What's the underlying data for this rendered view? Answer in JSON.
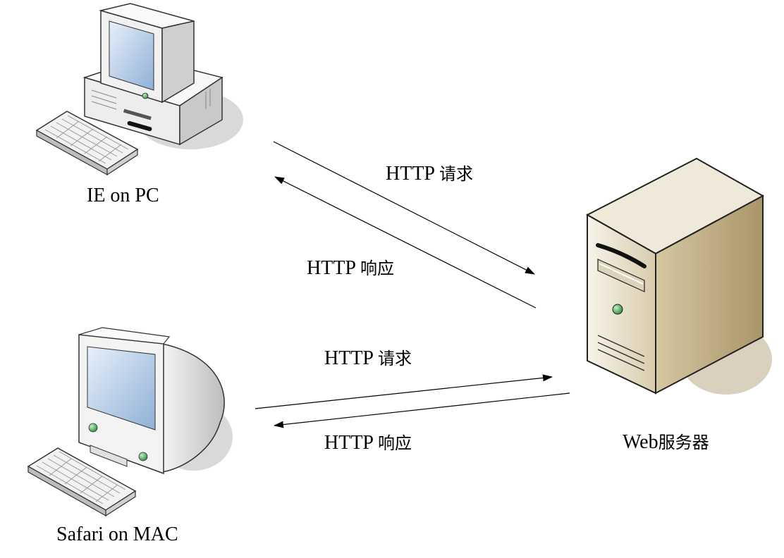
{
  "clients": [
    {
      "label": "IE on PC"
    },
    {
      "label": "Safari on MAC"
    }
  ],
  "server": {
    "label_prefix": "Web",
    "label_suffix": "服务器"
  },
  "arrows": [
    {
      "protocol": "HTTP",
      "kind": "请求"
    },
    {
      "protocol": "HTTP",
      "kind": "响应"
    },
    {
      "protocol": "HTTP",
      "kind": "请求"
    },
    {
      "protocol": "HTTP",
      "kind": "响应"
    }
  ],
  "colors": {
    "line": "#000000",
    "case_light": "#f1ece2",
    "case_mid": "#cbbfa2",
    "case_dark": "#a39470",
    "screen": "#c9dbf0",
    "monitor": "#efefef",
    "led": "#3fa34d"
  }
}
